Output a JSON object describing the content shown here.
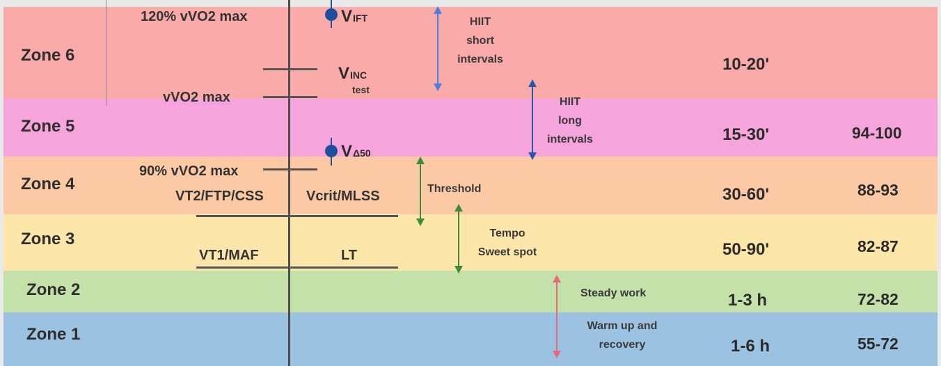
{
  "zones": [
    {
      "name": "Zone 6",
      "color": "#f9aaa9",
      "time": "10-20'",
      "hr": ""
    },
    {
      "name": "Zone 5",
      "color": "#f6a5dc",
      "time": "15-30'",
      "hr": "94-100"
    },
    {
      "name": "Zone 4",
      "color": "#fbcaa4",
      "time": "30-60'",
      "hr": "88-93"
    },
    {
      "name": "Zone 3",
      "color": "#fde6a9",
      "time": "50-90'",
      "hr": "82-87"
    },
    {
      "name": "Zone 2",
      "color": "#c3e1a8",
      "time": "1-3 h",
      "hr": "72-82"
    },
    {
      "name": "Zone 1",
      "color": "#9bc3e1",
      "time": "1-6 h",
      "hr": "55-72"
    }
  ],
  "thresholds": {
    "vvo2_120": "120% vVO2 max",
    "vvo2_max": "vVO2 max",
    "vvo2_90": "90% vVO2 max",
    "vt2": "VT2/FTP/CSS",
    "vcrit": "Vcrit/MLSS",
    "vt1": "VT1/MAF",
    "lt": "LT"
  },
  "markers": {
    "vift_main": "V",
    "vift_sub": "IFT",
    "vinc_main": "V",
    "vinc_sub": "INC",
    "vinc_note": "test",
    "vd50_main": "V",
    "vd50_sub": "Δ50"
  },
  "training": {
    "hiit_short_1": "HIIT",
    "hiit_short_2": "short",
    "hiit_short_3": "intervals",
    "hiit_long_1": "HIIT",
    "hiit_long_2": "long",
    "hiit_long_3": "intervals",
    "threshold": "Threshold",
    "tempo_1": "Tempo",
    "tempo_2": "Sweet spot",
    "steady": "Steady work",
    "warm_1": "Warm up and",
    "warm_2": "recovery"
  },
  "arrow_colors": {
    "hiit_short": "#4a7fe0",
    "hiit_long": "#2a57a8",
    "threshold": "#3d8a3d",
    "tempo": "#3d8a3d",
    "steady": "#e8677a"
  }
}
